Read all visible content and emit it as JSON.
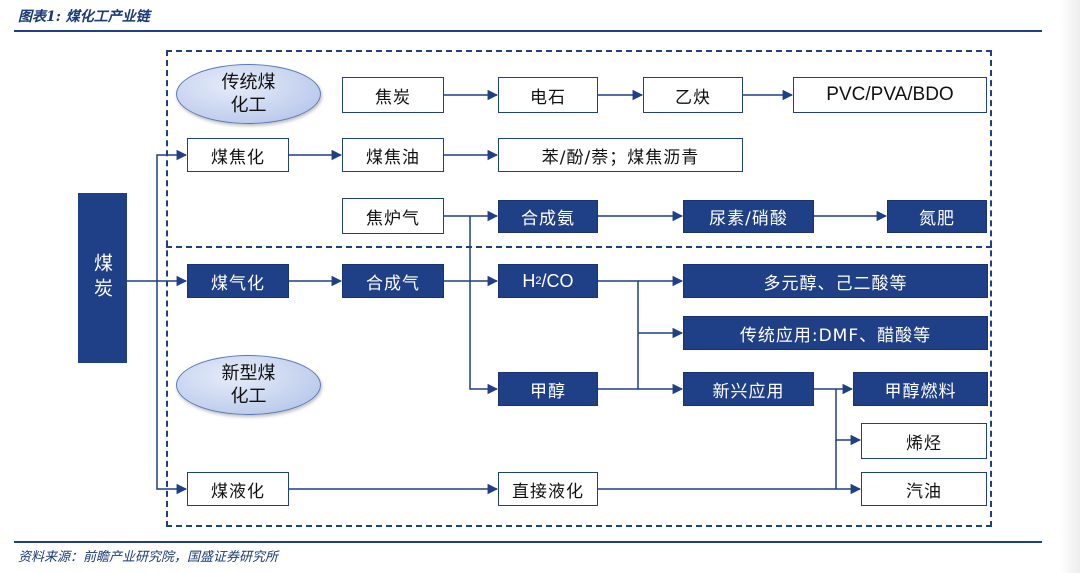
{
  "caption": "图表1: 煤化工产业链",
  "source": "资料来源：前瞻产业研究院，国盛证券研究所",
  "colors": {
    "primary": "#1f3f86",
    "fill_text": "#ffffff",
    "ellipse": "#c2d0ee"
  },
  "diagram": {
    "root": "煤炭",
    "traditional_label": "传统煤\n化工",
    "new_label": "新型煤\n化工",
    "nodes": {
      "coke": "焦炭",
      "calcium_carbide": "电石",
      "acetylene": "乙炔",
      "pvc": "PVC/PVA/BDO",
      "coking": "煤焦化",
      "coal_tar": "煤焦油",
      "benzene": "苯/酚/萘；煤焦沥青",
      "coke_oven_gas": "焦炉气",
      "synth_ammonia": "合成氨",
      "urea": "尿素/硝酸",
      "nitrogen_fertilizer": "氮肥",
      "gasification": "煤气化",
      "syngas": "合成气",
      "h2co_pre": "H",
      "h2co_sub": "2",
      "h2co_post": "/CO",
      "polyols": "多元醇、己二酸等",
      "traditional_app": "传统应用:DMF、醋酸等",
      "methanol": "甲醇",
      "emerging_app": "新兴应用",
      "methanol_fuel": "甲醇燃料",
      "olefins": "烯烃",
      "liquefaction": "煤液化",
      "direct_liquefaction": "直接液化",
      "gasoline": "汽油"
    }
  }
}
